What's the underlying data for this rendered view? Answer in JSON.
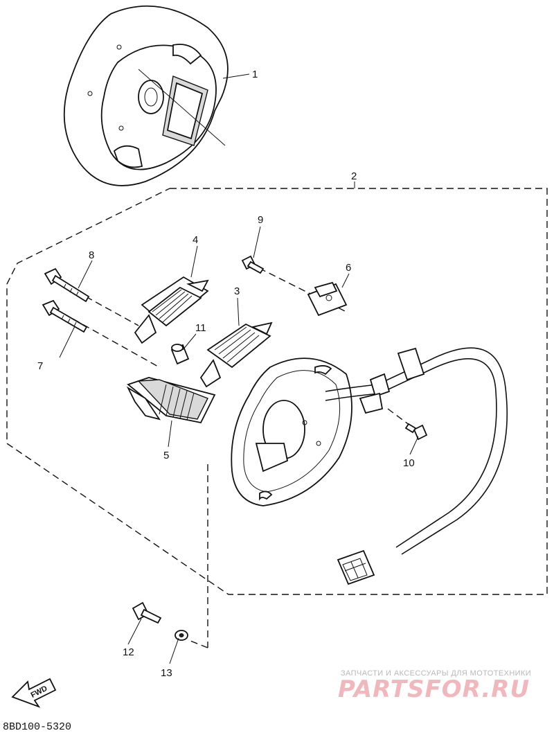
{
  "diagram": {
    "callouts": [
      {
        "id": "c1",
        "label": "1"
      },
      {
        "id": "c2",
        "label": "2"
      },
      {
        "id": "c3",
        "label": "3"
      },
      {
        "id": "c4",
        "label": "4"
      },
      {
        "id": "c5",
        "label": "5"
      },
      {
        "id": "c6",
        "label": "6"
      },
      {
        "id": "c7",
        "label": "7"
      },
      {
        "id": "c8",
        "label": "8"
      },
      {
        "id": "c9",
        "label": "9"
      },
      {
        "id": "c10",
        "label": "10"
      },
      {
        "id": "c11",
        "label": "11"
      },
      {
        "id": "c12",
        "label": "12"
      },
      {
        "id": "c13",
        "label": "13"
      }
    ],
    "fwd_label": "FWD",
    "diagram_code": "8BD100-5320"
  },
  "watermark": {
    "subtitle": "ЗАПЧАСТИ И АКСЕССУАРЫ ДЛЯ МОТОТЕХНИКИ",
    "brand": "PARTSFOR.RU",
    "color": "#f0b7bc"
  }
}
